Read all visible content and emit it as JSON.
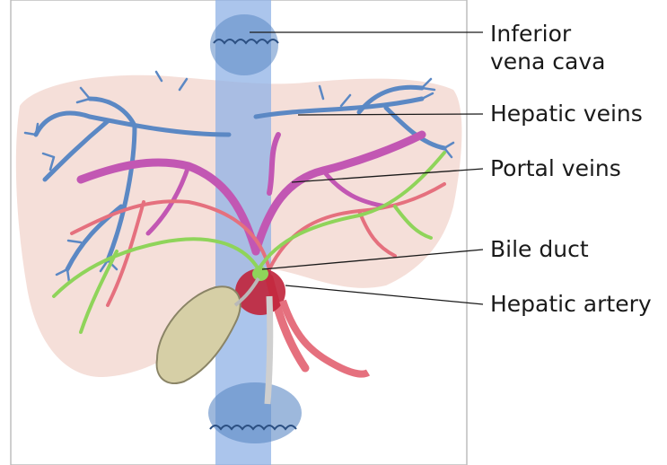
{
  "labels": {
    "inferior_vena_cava_line1": "Inferior",
    "inferior_vena_cava_line2": "vena cava",
    "hepatic_veins": "Hepatic veins",
    "portal_veins": "Portal veins",
    "bile_duct": "Bile duct",
    "hepatic_artery": "Hepatic artery"
  },
  "colors": {
    "liver": "#f3d9d2",
    "vena_cava": "#8fb2e6",
    "hepatic_veins": "#5b88c4",
    "portal_veins": "#c257b3",
    "hepatic_artery": "#e5707e",
    "bile_duct": "#8fd45a",
    "gallbladder": "#d6cfa6"
  }
}
